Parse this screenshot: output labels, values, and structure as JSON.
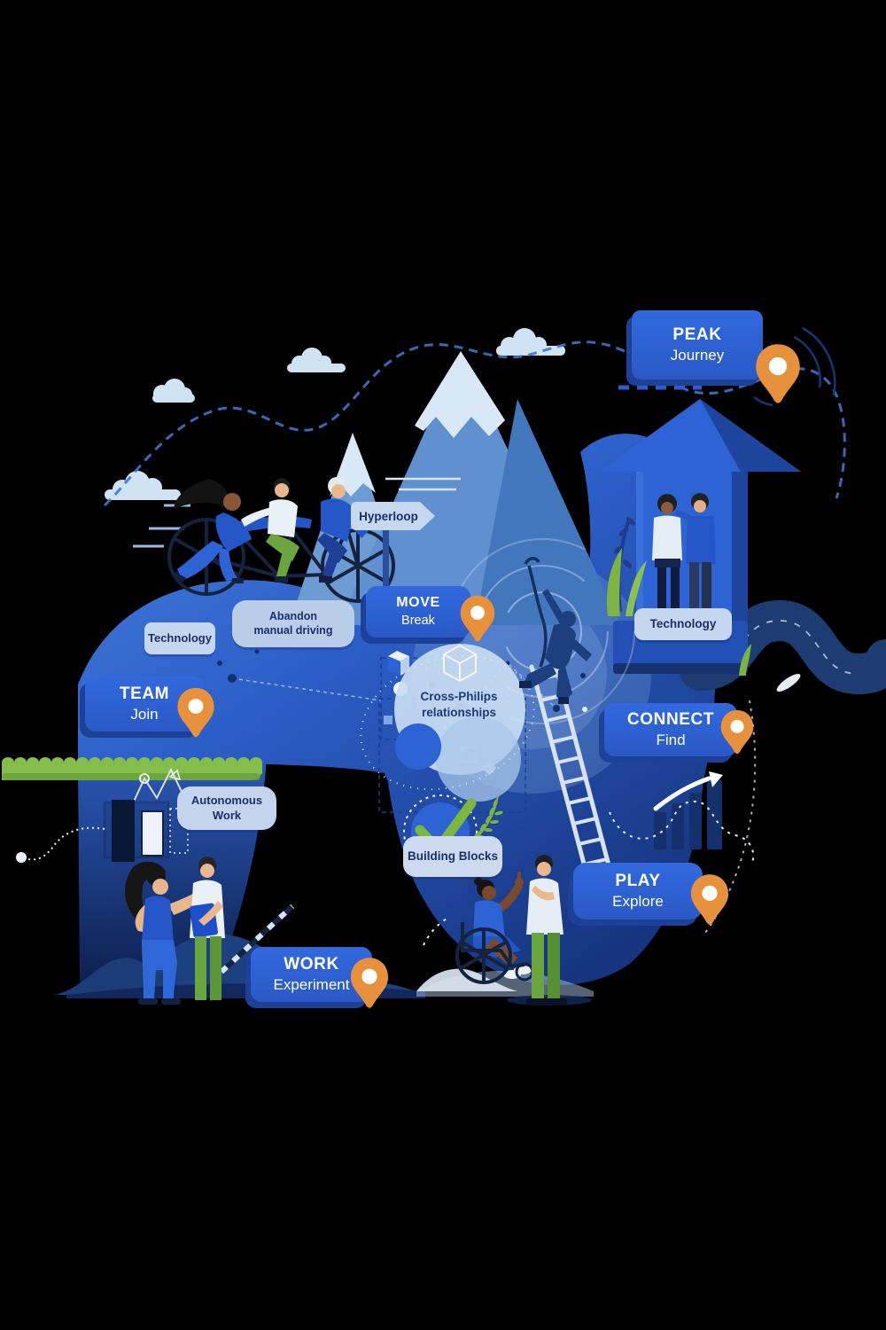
{
  "stops": [
    {
      "id": "peak",
      "title": "PEAK",
      "subtitle": "Journey"
    },
    {
      "id": "move",
      "title": "MOVE",
      "subtitle": "Break"
    },
    {
      "id": "team",
      "title": "TEAM",
      "subtitle": "Join"
    },
    {
      "id": "connect",
      "title": "CONNECT",
      "subtitle": "Find"
    },
    {
      "id": "play",
      "title": "PLAY",
      "subtitle": "Explore"
    },
    {
      "id": "work",
      "title": "WORK",
      "subtitle": "Experiment"
    }
  ],
  "signs": {
    "hyperloop": "Hyperloop",
    "technology_left": "Technology",
    "technology_right": "Technology",
    "abandon": {
      "line1": "Abandon",
      "line2": "manual driving"
    },
    "autonomous": {
      "line1": "Autonomous",
      "line2": "Work"
    },
    "building_blocks": "Building Blocks",
    "cross_philips": {
      "line1": "Cross-Philips",
      "line2": "relationships"
    }
  },
  "icons": {
    "pin": "location-pin",
    "cube": "cube-3d",
    "check": "check-mark",
    "growth": "growth-arrow-bars",
    "ladder": "ladder",
    "mountains": "mountains",
    "clouds": "clouds"
  },
  "colors": {
    "badge_blue": "#2d62d4",
    "badge_shadow": "#1d4197",
    "pill_blue": "#c6d6ee",
    "pin_orange": "#e8913c",
    "navy_text": "#1b2f6e",
    "grass_green": "#85bd4b",
    "check_green": "#7cb83c"
  }
}
